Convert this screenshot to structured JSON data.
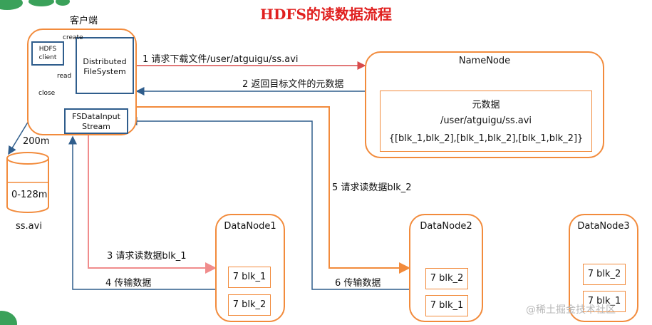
{
  "title": "HDFS的读数据流程",
  "client_label": "客户端",
  "hdfs_client": "HDFS\nclient",
  "distributed_fs": "Distributed\nFileSystem",
  "fsdata_input": "FSDataInput\nStream",
  "edge_create": "create",
  "edge_read": "read",
  "edge_close": "close",
  "size_label": "200m",
  "block_label": "0-128m",
  "file_label": "ss.avi",
  "namenode": {
    "title": "NameNode",
    "meta_title": "元数据",
    "meta_path": "/user/atguigu/ss.avi",
    "meta_blocks": "{[blk_1,blk_2],[blk_1,blk_2],[blk_1,blk_2]}"
  },
  "steps": {
    "s1": "1 请求下载文件/user/atguigu/ss.avi",
    "s2": "2 返回目标文件的元数据",
    "s3": "3 请求读数据blk_1",
    "s4": "4 传输数据",
    "s5": "5 请求读数据blk_2",
    "s6": "6 传输数据"
  },
  "datanodes": [
    {
      "title": "DataNode1",
      "blocks": [
        "7 blk_1",
        "7 blk_2"
      ]
    },
    {
      "title": "DataNode2",
      "blocks": [
        "7 blk_2",
        "7 blk_1"
      ]
    },
    {
      "title": "DataNode3",
      "blocks": [
        "7 blk_2",
        "7 blk_1"
      ]
    }
  ],
  "watermark": "@稀土掘金技术社区",
  "colors": {
    "title": "#e0201f",
    "orange": "#f28b3c",
    "blue": "#2f5d8c",
    "red_arrow": "#d94b4b",
    "step3_arrow": "#f08c8c"
  }
}
